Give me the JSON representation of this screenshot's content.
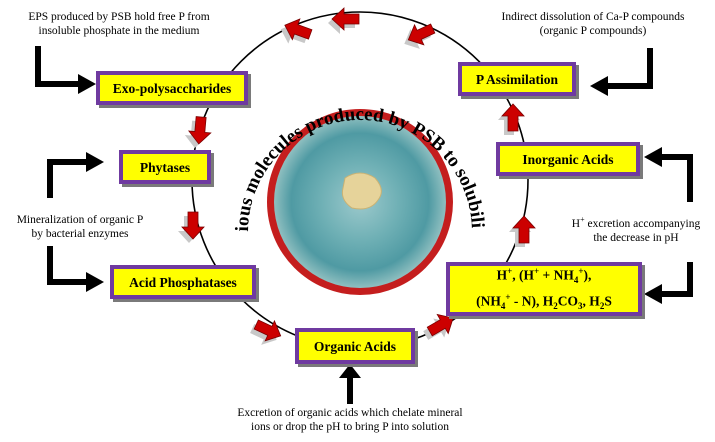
{
  "colors": {
    "box_fill": "#ffff00",
    "box_border": "#6f3aa0",
    "arrow_red": "#cc0000",
    "arrow_shadow": "#c8c8c8",
    "ring_red": "#c41e1e",
    "plate_blue": "#4f9aa3",
    "colony": "#e6d39a",
    "flow_arrow": "#000000"
  },
  "center": {
    "arc_text_top": "Various molecules produced by PSB to solubilize P"
  },
  "boxes": {
    "exo": "Exo-polysaccharides",
    "phytases": "Phytases",
    "acid_phosphatases": "Acid Phosphatases",
    "organic_acids": "Organic Acids",
    "p_assimilation": "P Assimilation",
    "inorganic_acids": "Inorganic Acids",
    "ions": {
      "l1_a": "H",
      "l1_sup1": "+",
      "l1_b": ", (H",
      "l1_sup2": "+",
      "l1_c": " + NH",
      "l1_sub": "4",
      "l1_sup3": "+",
      "l1_d": "),",
      "l2_a": "(NH",
      "l2_sub1": "4",
      "l2_sup": "+",
      "l2_b": " - N), H",
      "l2_sub2": "2",
      "l2_c": "CO",
      "l2_sub3": "3",
      "l2_d": ", H",
      "l2_sub4": "2",
      "l2_e": "S"
    }
  },
  "notes": {
    "eps_l1": "EPS produced by PSB hold free P from",
    "eps_l2": "insoluble phosphate in the medium",
    "indirect_l1": "Indirect dissolution of Ca-P compounds",
    "indirect_l2": "(organic P compounds)",
    "mineral_l1": "Mineralization of organic P",
    "mineral_l2": "by bacterial enzymes",
    "hplus_l1_a": "H",
    "hplus_l1_sup": "+",
    "hplus_l1_b": " excretion accompanying",
    "hplus_l2": "the decrease in pH",
    "excretion_l1": "Excretion of organic acids which chelate mineral",
    "excretion_l2": "ions or drop the pH to bring P into solution"
  }
}
